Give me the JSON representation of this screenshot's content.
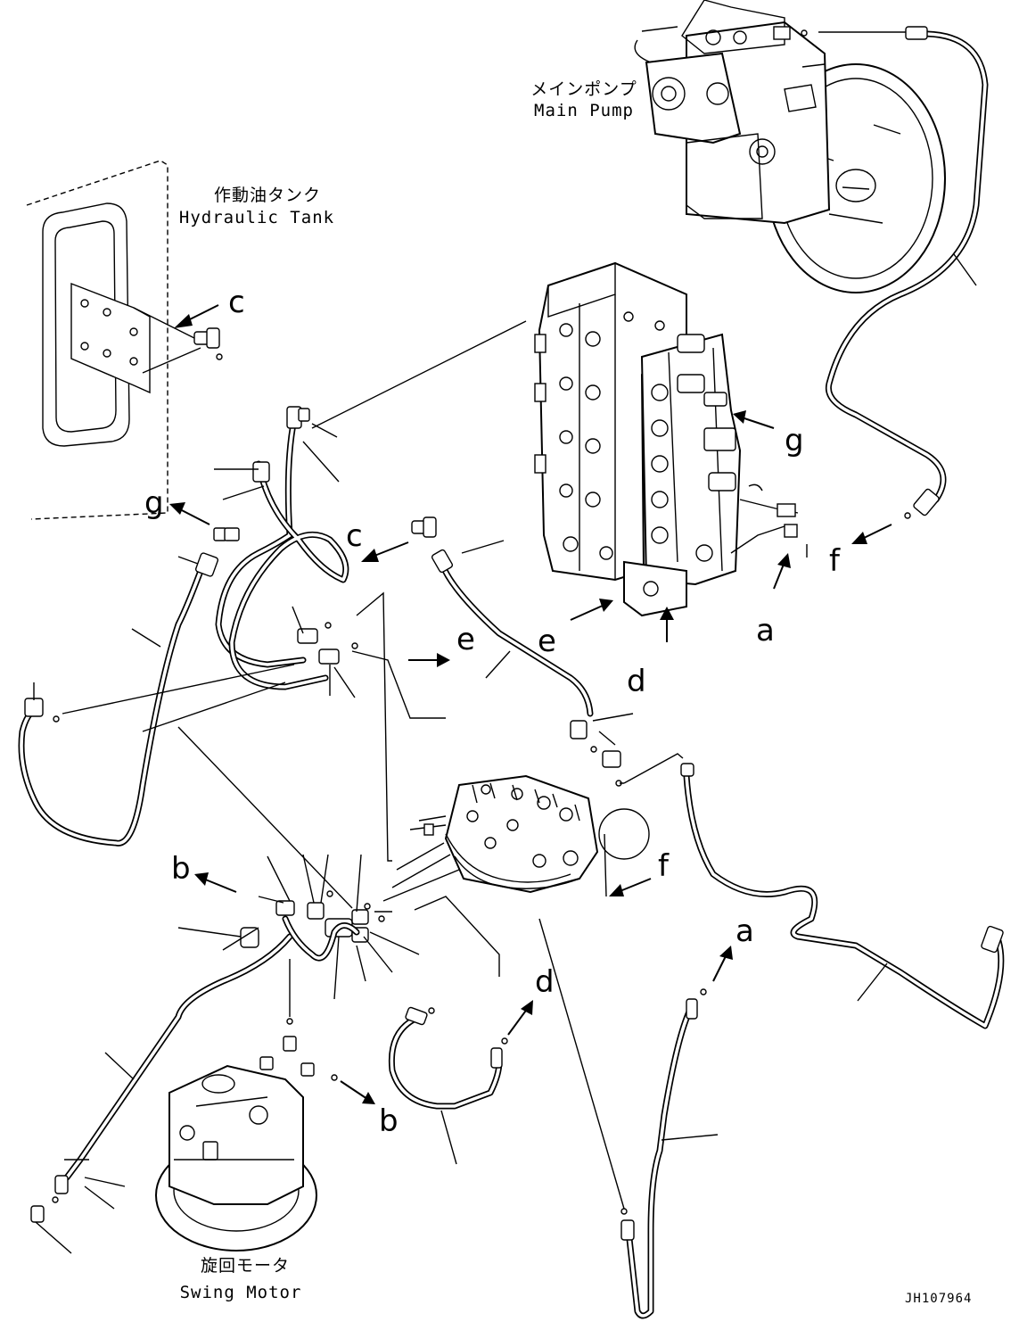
{
  "components": {
    "main_pump": {
      "jp": "メインポンプ",
      "en": "Main Pump"
    },
    "hydraulic_tank": {
      "jp": "作動油タンク",
      "en": "Hydraulic Tank"
    },
    "swing_motor": {
      "jp": "旋回モータ",
      "en": "Swing Motor"
    }
  },
  "connection_letters": {
    "a": "a",
    "b": "b",
    "c": "c",
    "d": "d",
    "e": "e",
    "f": "f",
    "g": "g"
  },
  "drawing_number": "JH107964",
  "colors": {
    "line": "#000000",
    "background": "#ffffff"
  }
}
